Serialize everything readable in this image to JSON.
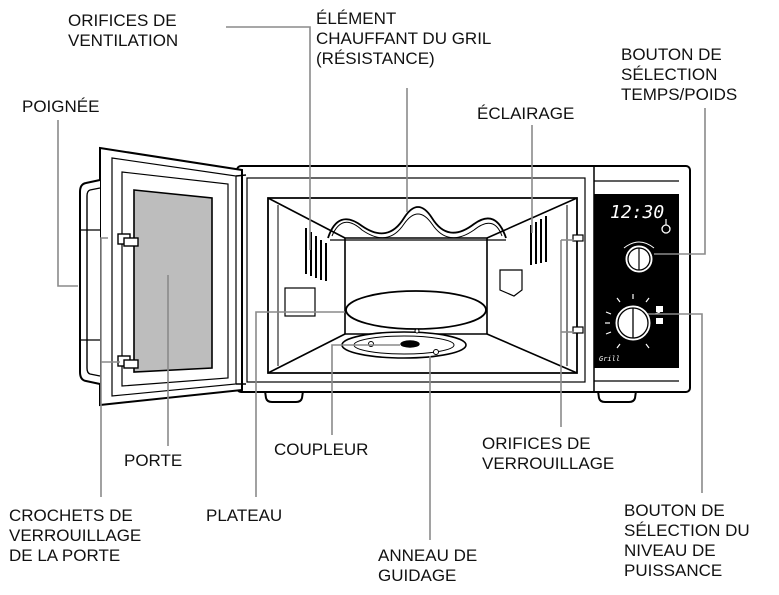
{
  "labels": {
    "ventilation": [
      "ORIFICES DE",
      "VENTILATION"
    ],
    "grill_element": [
      "ÉLÉMENT",
      "CHAUFFANT DU GRIL",
      "(RÉSISTANCE)"
    ],
    "time_weight_knob": [
      "BOUTON DE",
      "SÉLECTION",
      "TEMPS/POIDS"
    ],
    "handle": [
      "POIGNÉE"
    ],
    "lighting": [
      "ÉCLAIRAGE"
    ],
    "door": [
      "PORTE"
    ],
    "coupler": [
      "COUPLEUR"
    ],
    "lock_holes": [
      "ORIFICES DE",
      "VERROUILLAGE"
    ],
    "door_hooks": [
      "CROCHETS DE",
      "VERROUILLAGE",
      "DE LA PORTE"
    ],
    "turntable": [
      "PLATEAU"
    ],
    "guide_ring": [
      "ANNEAU DE",
      "GUIDAGE"
    ],
    "power_knob": [
      "BOUTON DE",
      "SÉLECTION DU",
      "NIVEAU DE",
      "PUISSANCE"
    ]
  },
  "display": {
    "time": "12:30"
  },
  "panel": {
    "grill_text": "Grill"
  }
}
